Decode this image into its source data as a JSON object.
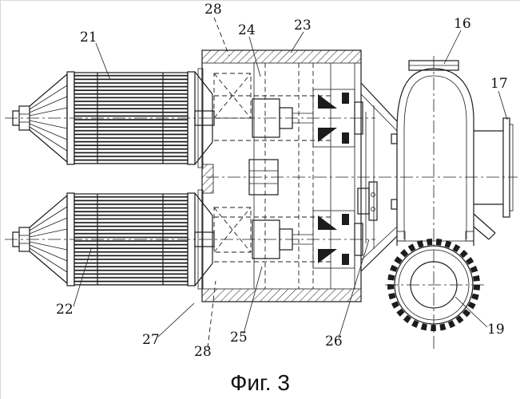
{
  "figure": {
    "caption": "Фиг. 3",
    "drawing_description": "patent-style mechanical drawing of twin-motor pump assembly",
    "line_color": "#1c1c1c",
    "labels": [
      {
        "text": "21"
      },
      {
        "text": "28"
      },
      {
        "text": "24"
      },
      {
        "text": "23"
      },
      {
        "text": "16"
      },
      {
        "text": "17"
      },
      {
        "text": "22"
      },
      {
        "text": "27"
      },
      {
        "text": "28"
      },
      {
        "text": "25"
      },
      {
        "text": "26"
      },
      {
        "text": "19"
      }
    ]
  }
}
